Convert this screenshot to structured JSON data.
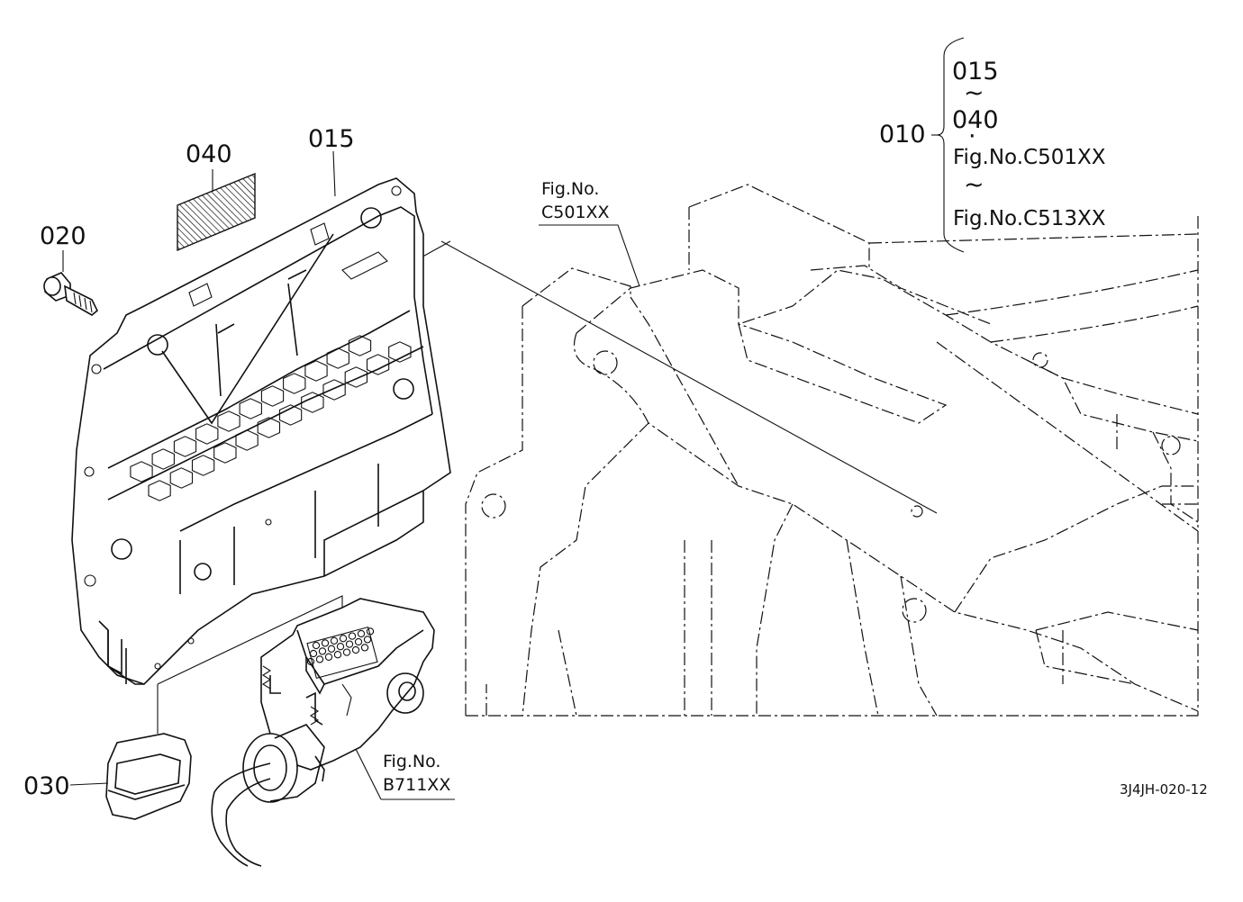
{
  "labels": {
    "p015": "015",
    "p040": "040",
    "p020": "020",
    "p030": "030",
    "p010": "010",
    "fig_c501_a": "Fig.No.",
    "fig_c501_b": "C501XX",
    "fig_b711_a": "Fig.No.",
    "fig_b711_b": "B711XX"
  },
  "legend": {
    "line1": "015",
    "tilde1": "~",
    "line2": "040",
    "dot": "·",
    "line3": "Fig.No.C501XX",
    "tilde2": "~",
    "line4": "Fig.No.C513XX"
  },
  "drawing_code": "3J4JH-020-12"
}
